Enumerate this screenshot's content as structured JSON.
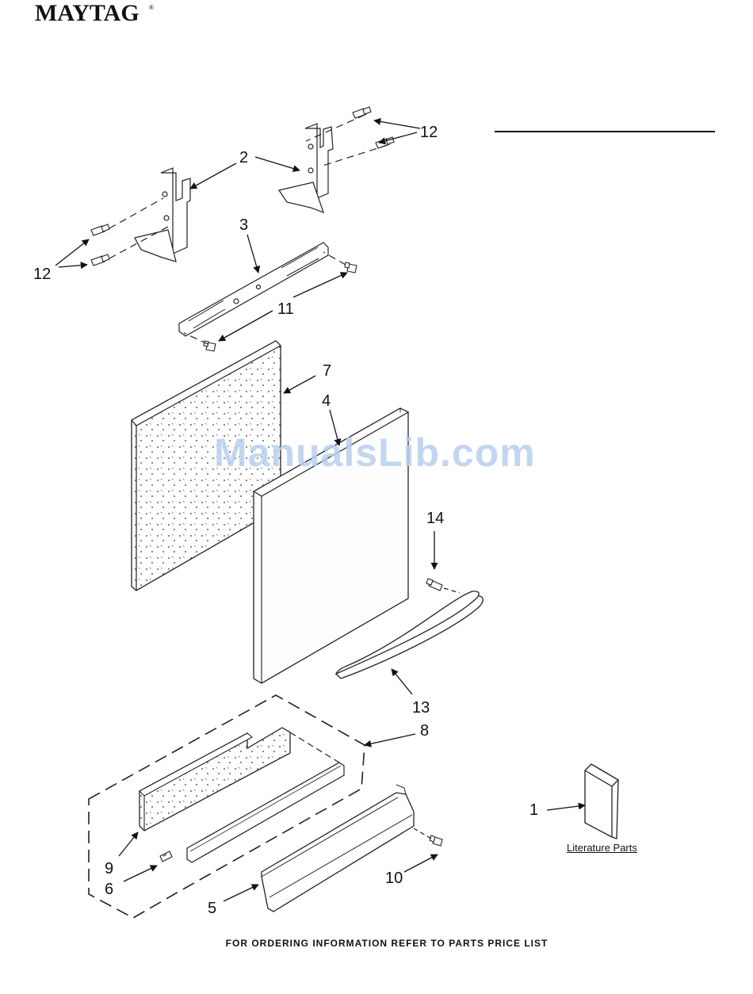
{
  "header": {
    "brand": "MAYTAG",
    "brand_mark": "®"
  },
  "watermark": "ManualsLib.com",
  "footer": "FOR ORDERING INFORMATION REFER TO PARTS PRICE LIST",
  "literature_label": "Literature Parts",
  "callouts": {
    "c1": "1",
    "c2": "2",
    "c3": "3",
    "c4": "4",
    "c5": "5",
    "c6": "6",
    "c7": "7",
    "c8": "8",
    "c9": "9",
    "c10": "10",
    "c11": "11",
    "c12a": "12",
    "c12b": "12",
    "c13": "13",
    "c14": "14"
  }
}
